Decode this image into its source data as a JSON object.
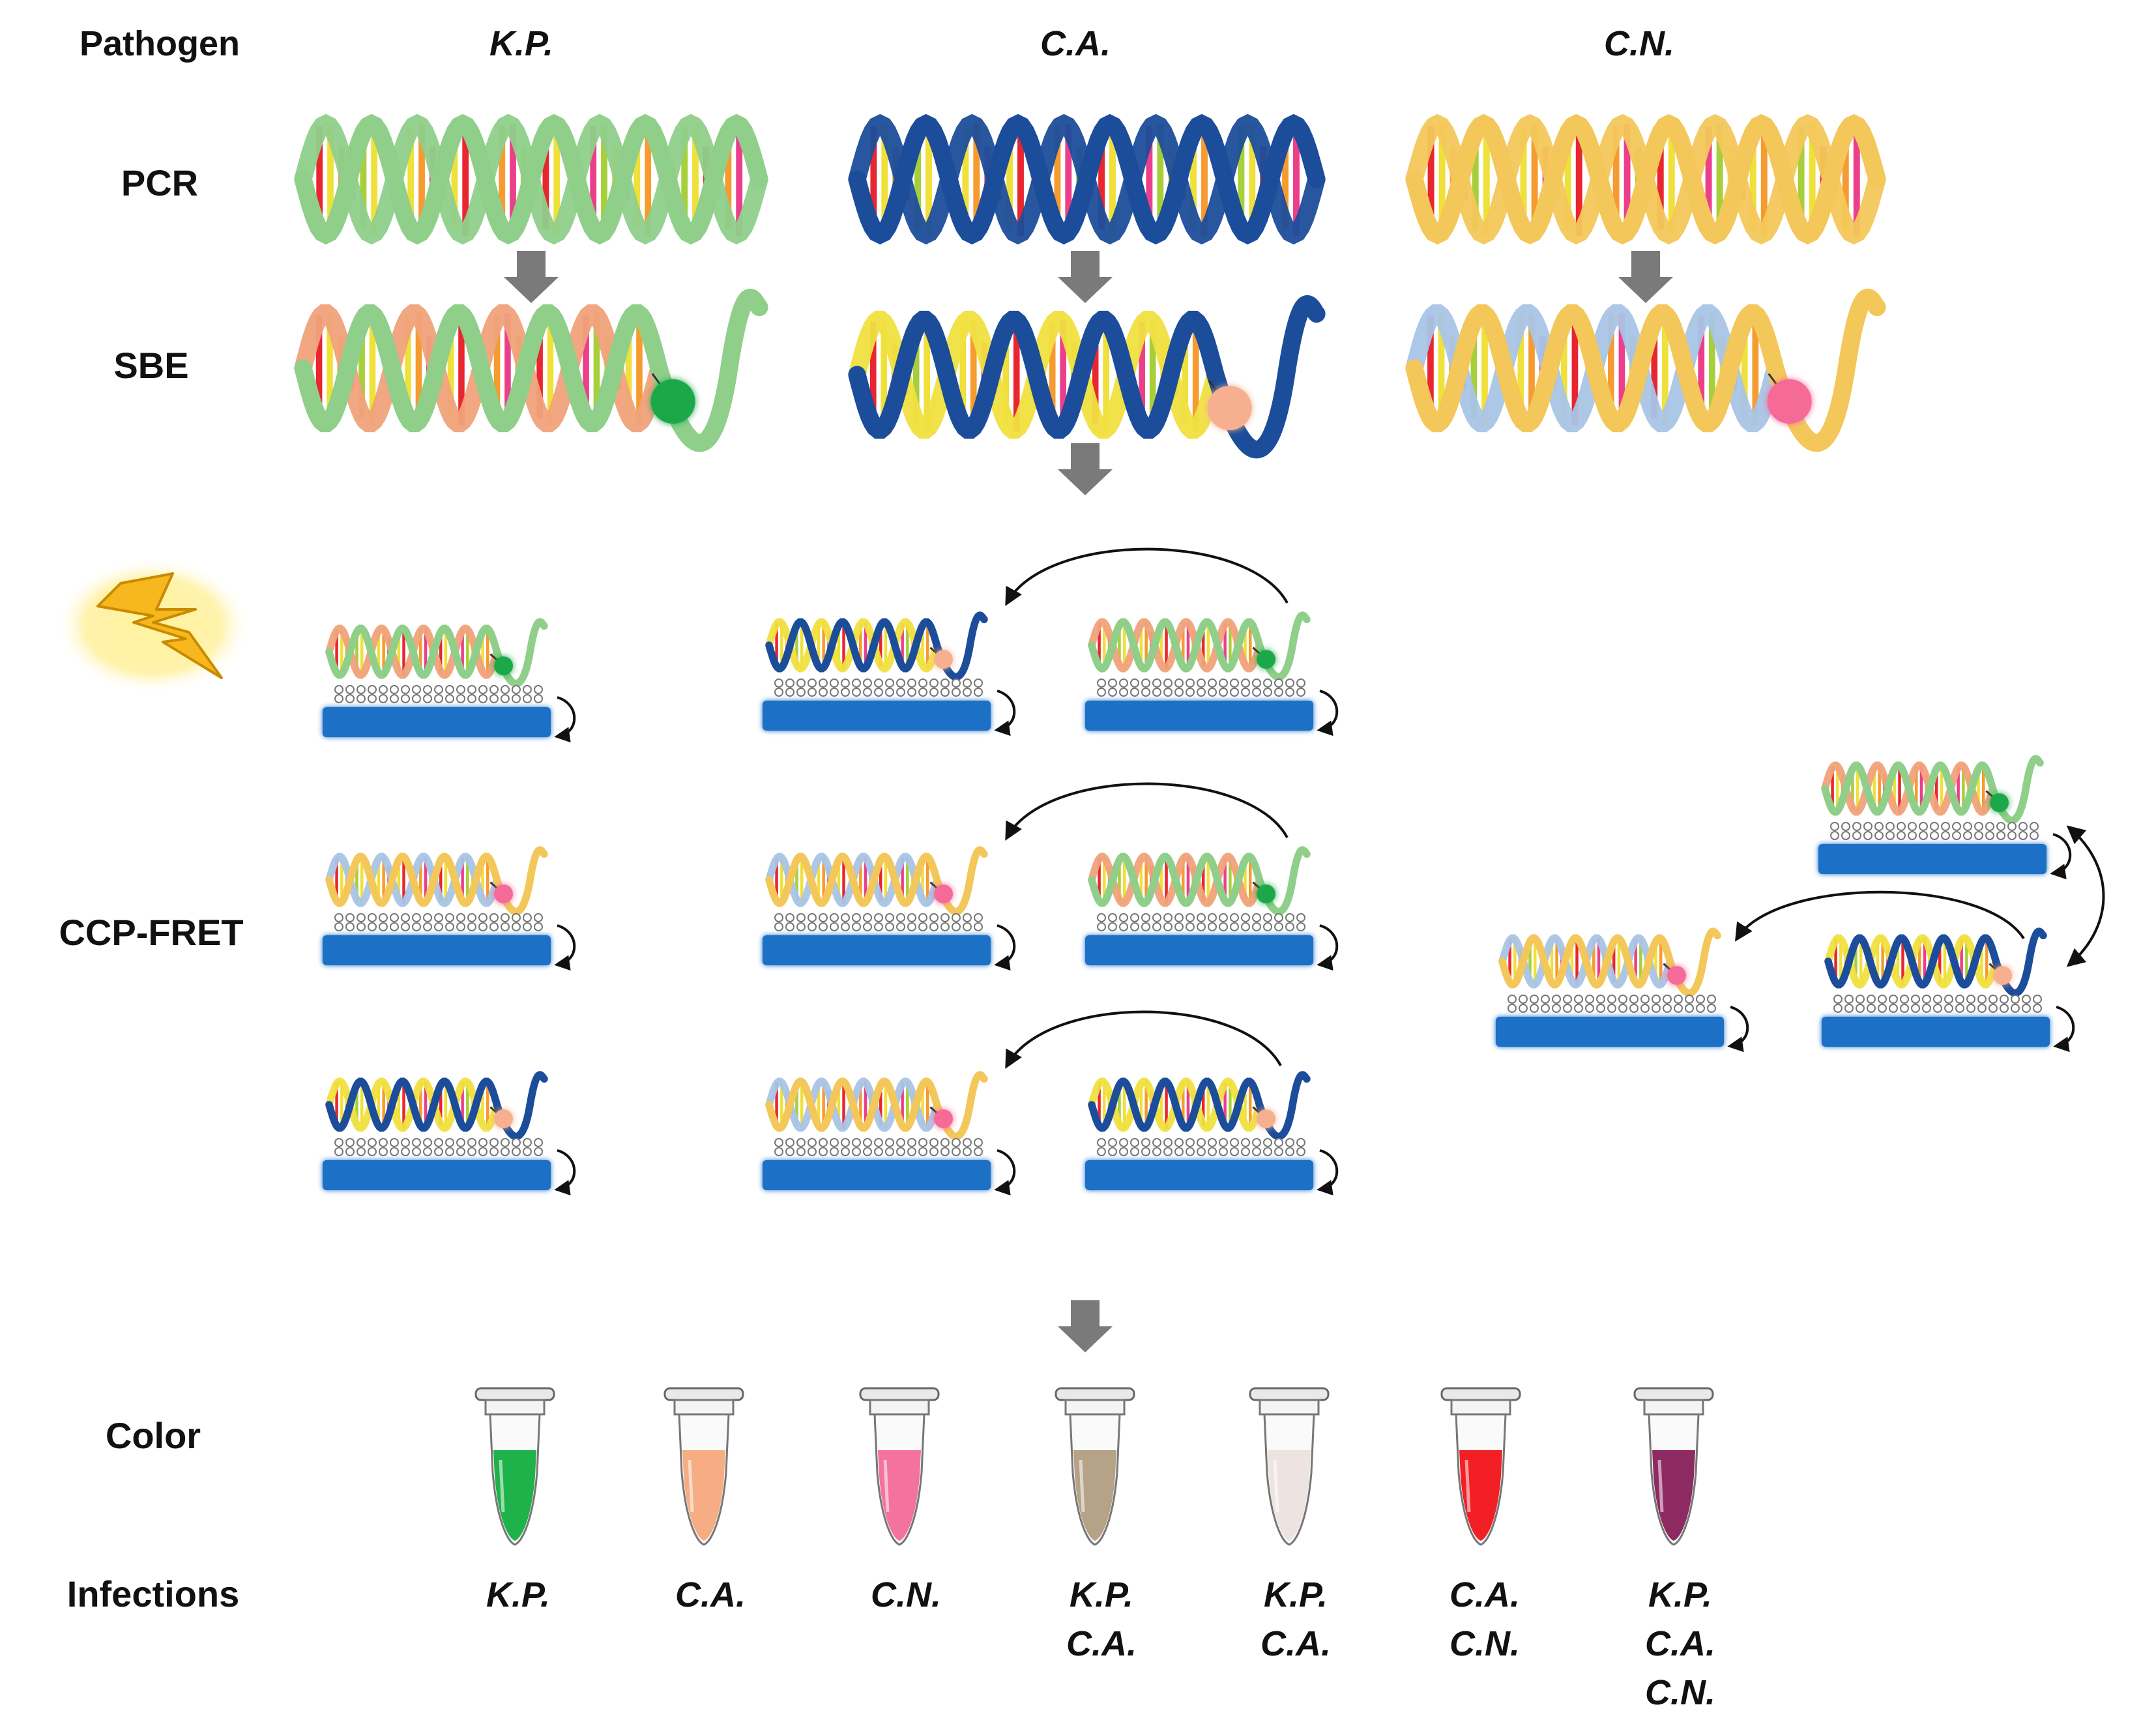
{
  "row_labels": {
    "pathogen": "Pathogen",
    "pcr": "PCR",
    "sbe": "SBE",
    "ccp_fret": "CCP-FRET",
    "color": "Color",
    "infections": "Infections"
  },
  "pathogens": [
    "K.P.",
    "C.A.",
    "C.N."
  ],
  "infections": [
    [
      "K.P."
    ],
    [
      "C.A."
    ],
    [
      "C.N."
    ],
    [
      "K.P.",
      "C.A."
    ],
    [
      "K.P.",
      "C.A."
    ],
    [
      "C.A.",
      "C.N."
    ],
    [
      "K.P.",
      "C.A.",
      "C.N."
    ]
  ],
  "colors": {
    "kp_strand": "#8fcf8a",
    "ca_strand": "#1c4d9a",
    "cn_strand": "#f3c75a",
    "kp_partner": "#f0a27a",
    "ca_partner": "#f0e040",
    "cn_partner": "#a9c4e6",
    "rung_a": "#e8262f",
    "rung_b": "#f0e03a",
    "rung_c": "#f59b2f",
    "rung_d": "#ec3f8b",
    "rung_e": "#a7cf3a",
    "dot_green": "#1fa84a",
    "dot_peach": "#f7b08f",
    "dot_pink": "#f56a96",
    "polymer_bar": "#1e6fc6",
    "arrow_gray": "#7a7a7a",
    "bolt": "#f6b81e"
  },
  "tube_fill_colors": [
    "#1fb24a",
    "#f7ad84",
    "#f4729e",
    "#b5a287",
    "#ede4e2",
    "#f21f24",
    "#8e2a62"
  ]
}
